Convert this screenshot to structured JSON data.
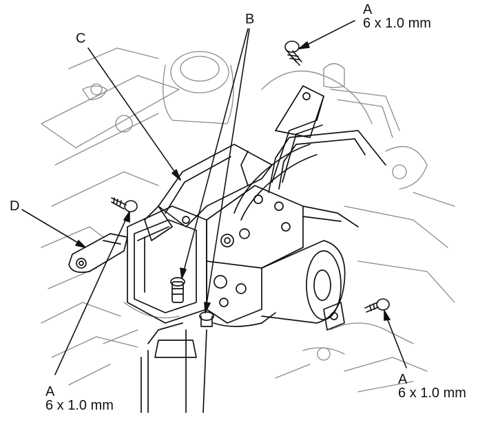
{
  "callouts": {
    "a_top": {
      "letter": "A",
      "spec": "6 x 1.0 mm"
    },
    "a_bottom_left": {
      "letter": "A",
      "spec": "6 x 1.0 mm"
    },
    "a_bottom_right": {
      "letter": "A",
      "spec": "6 x 1.0 mm"
    },
    "b": {
      "letter": "B"
    },
    "c": {
      "letter": "C"
    },
    "d": {
      "letter": "D"
    }
  },
  "colors": {
    "line": "#111111",
    "background": "#ffffff",
    "faint": "#9a9a9a"
  }
}
